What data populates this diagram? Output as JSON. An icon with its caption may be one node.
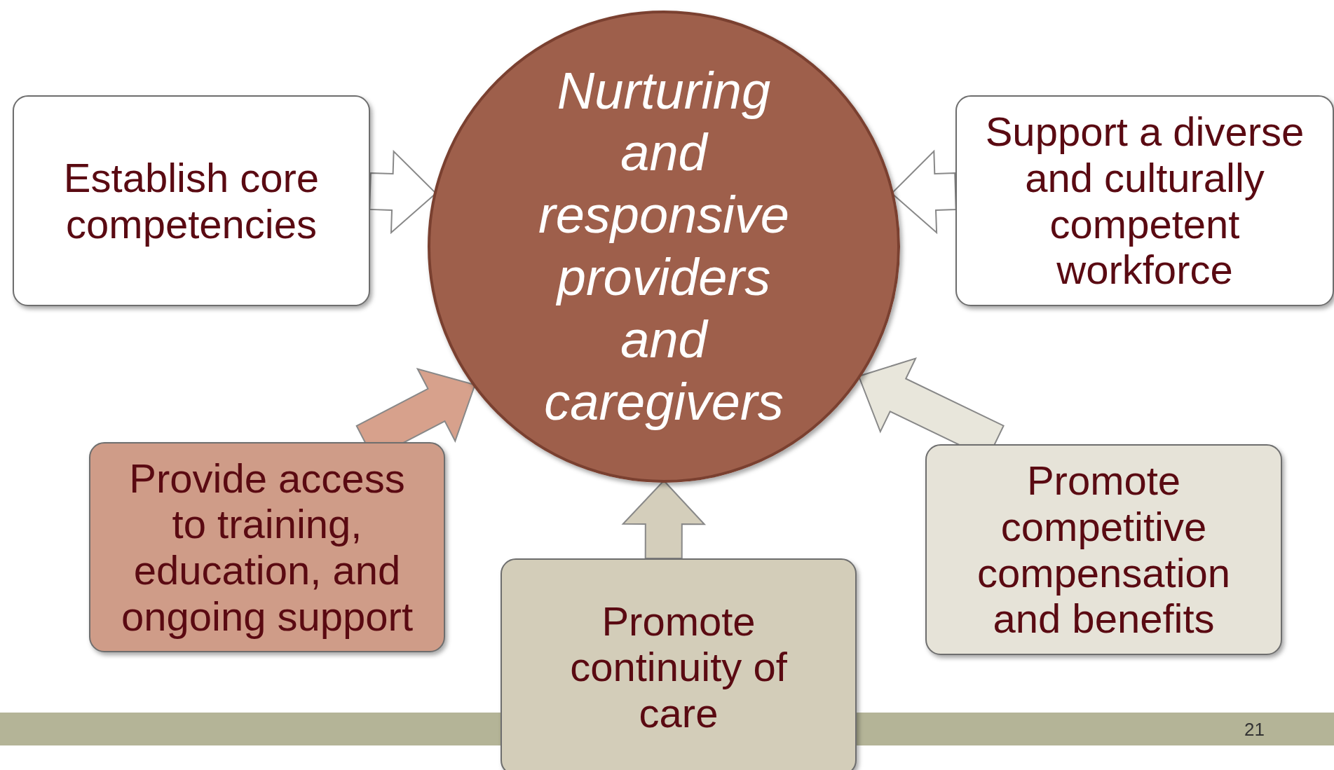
{
  "diagram": {
    "nodes": [
      {
        "text": [
          "Nurturing and responsive providers and caregivers"
        ]
      },
      {
        "text": [
          "Establish core competencies"
        ]
      },
      {
        "text": [
          "Support a diverse and culturally competent workforce"
        ]
      },
      {
        "text": [
          "Provide access to training, education, and ongoing support"
        ]
      },
      {
        "text": [
          "Promote continuity of care"
        ]
      },
      {
        "text": [
          "Promote competitive compensation and benefits"
        ]
      }
    ],
    "edges": [
      {
        "from": 1,
        "to": 0,
        "arrow": "to",
        "color": "#ffffff"
      },
      {
        "from": 2,
        "to": 0,
        "arrow": "to",
        "color": "#ffffff"
      },
      {
        "from": 3,
        "to": 0,
        "arrow": "to",
        "color": "#d7a18c"
      },
      {
        "from": 4,
        "to": 0,
        "arrow": "to",
        "color": "#d4cebb"
      },
      {
        "from": 5,
        "to": 0,
        "arrow": "to",
        "color": "#e8e6db"
      }
    ],
    "labels": [
      "21"
    ]
  }
}
